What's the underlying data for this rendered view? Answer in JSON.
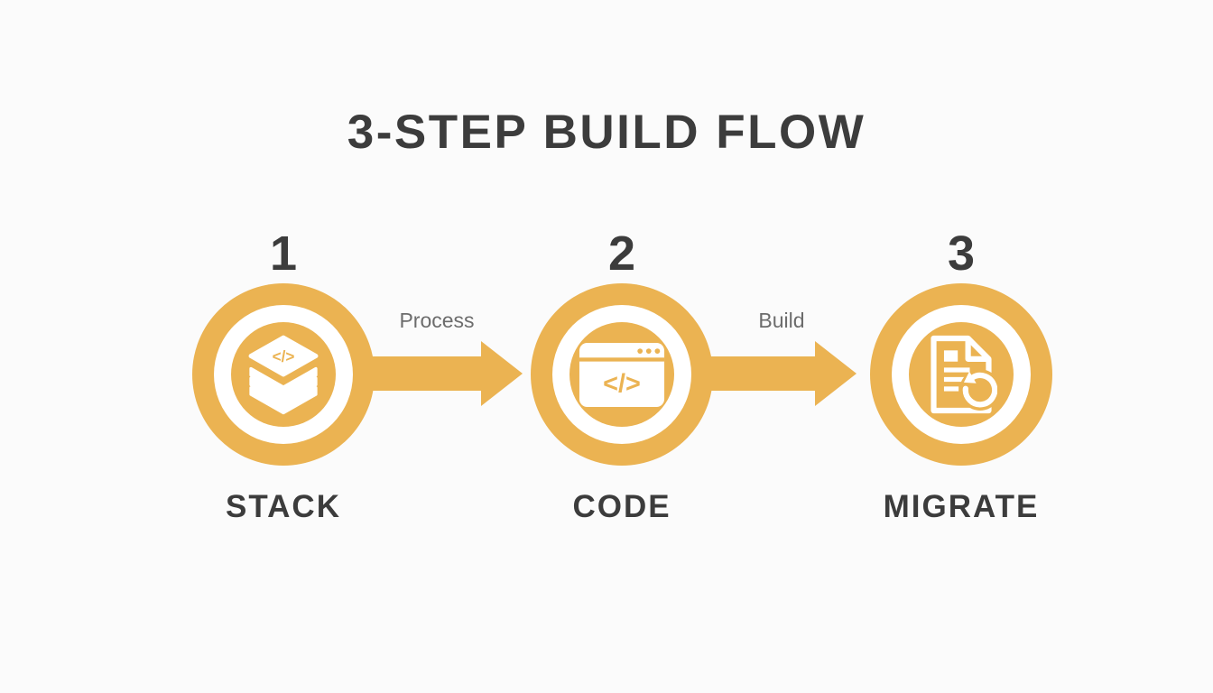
{
  "title": "3-STEP BUILD FLOW",
  "colors": {
    "accent": "#EBB352",
    "text_dark": "#3C3C3C",
    "connector_label": "#6C6C6C",
    "background": "#FBFBFB",
    "icon_white": "#FFFFFF"
  },
  "steps": [
    {
      "number": "1",
      "label": "STACK",
      "icon": "stack-layers-code-icon",
      "icon_glyph": "</>"
    },
    {
      "number": "2",
      "label": "CODE",
      "icon": "browser-code-icon",
      "icon_glyph": "</>"
    },
    {
      "number": "3",
      "label": "MIGRATE",
      "icon": "document-refresh-icon"
    }
  ],
  "connectors": [
    {
      "label": "Process"
    },
    {
      "label": "Build"
    }
  ]
}
